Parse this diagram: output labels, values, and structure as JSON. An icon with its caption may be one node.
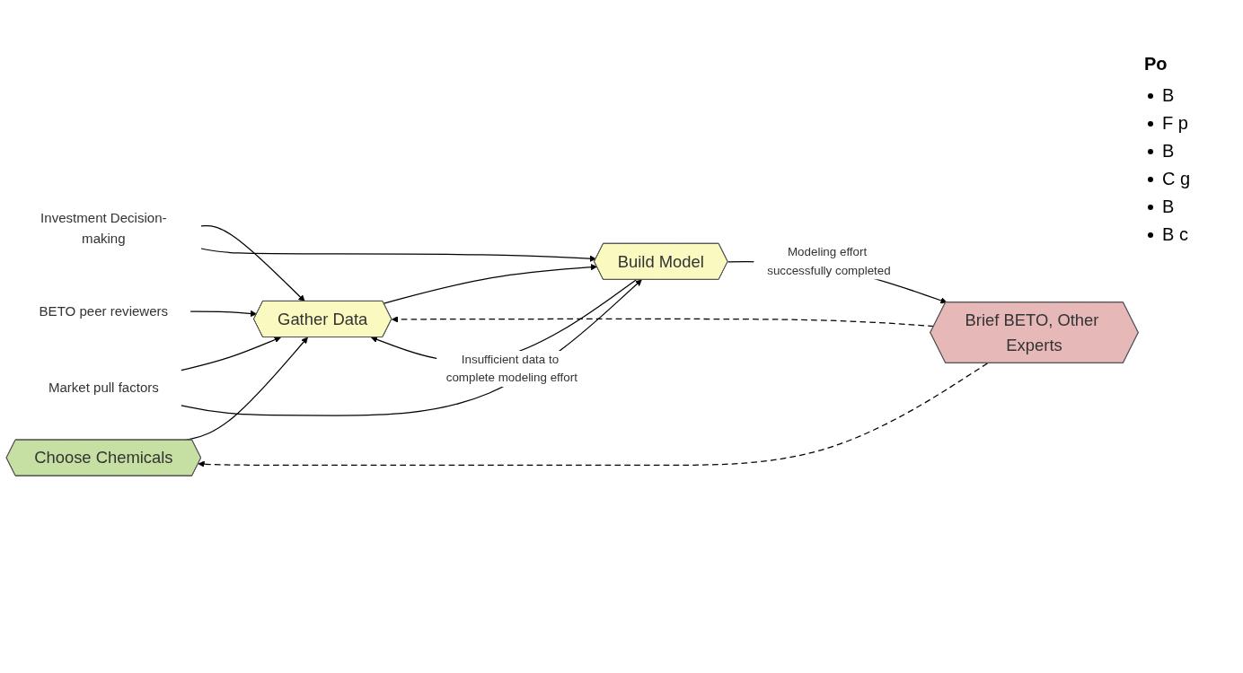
{
  "diagram": {
    "nodes": [
      {
        "text": [
          "Choose Chemicals"
        ]
      },
      {
        "text": [
          "Gather Data"
        ]
      },
      {
        "text": [
          "Build Model"
        ]
      },
      {
        "text": [
          "Brief BETO, Other Experts"
        ]
      },
      {
        "text": [
          "BETO peer reviewers"
        ]
      },
      {
        "text": [
          "Investment Decision-making"
        ]
      },
      {
        "text": [
          "Market pull factors"
        ]
      }
    ],
    "edges": [
      {
        "from": 0,
        "to": 1,
        "arrow": "to"
      },
      {
        "from": 1,
        "to": 2,
        "arrow": "to"
      },
      {
        "from": 2,
        "to": 3,
        "arrow": "to",
        "label": "Modeling effort successfully completed"
      },
      {
        "from": 2,
        "to": 1,
        "arrow": "to",
        "label": "Insufficient data to complete modeling effort"
      },
      {
        "from": 3,
        "to": 0,
        "arrow": "to",
        "style": "dashed"
      },
      {
        "from": 3,
        "to": 1,
        "arrow": "to",
        "style": "dashed"
      },
      {
        "from": 4,
        "to": 1,
        "arrow": "to"
      },
      {
        "from": 5,
        "to": 1,
        "arrow": "to"
      },
      {
        "from": 5,
        "to": 2,
        "arrow": "to"
      },
      {
        "from": 6,
        "to": 1,
        "arrow": "to"
      },
      {
        "from": 6,
        "to": 2,
        "arrow": "to"
      }
    ],
    "labels": [
      "Po",
      "B",
      "F p",
      "B",
      "C g",
      "B",
      "B c"
    ]
  }
}
